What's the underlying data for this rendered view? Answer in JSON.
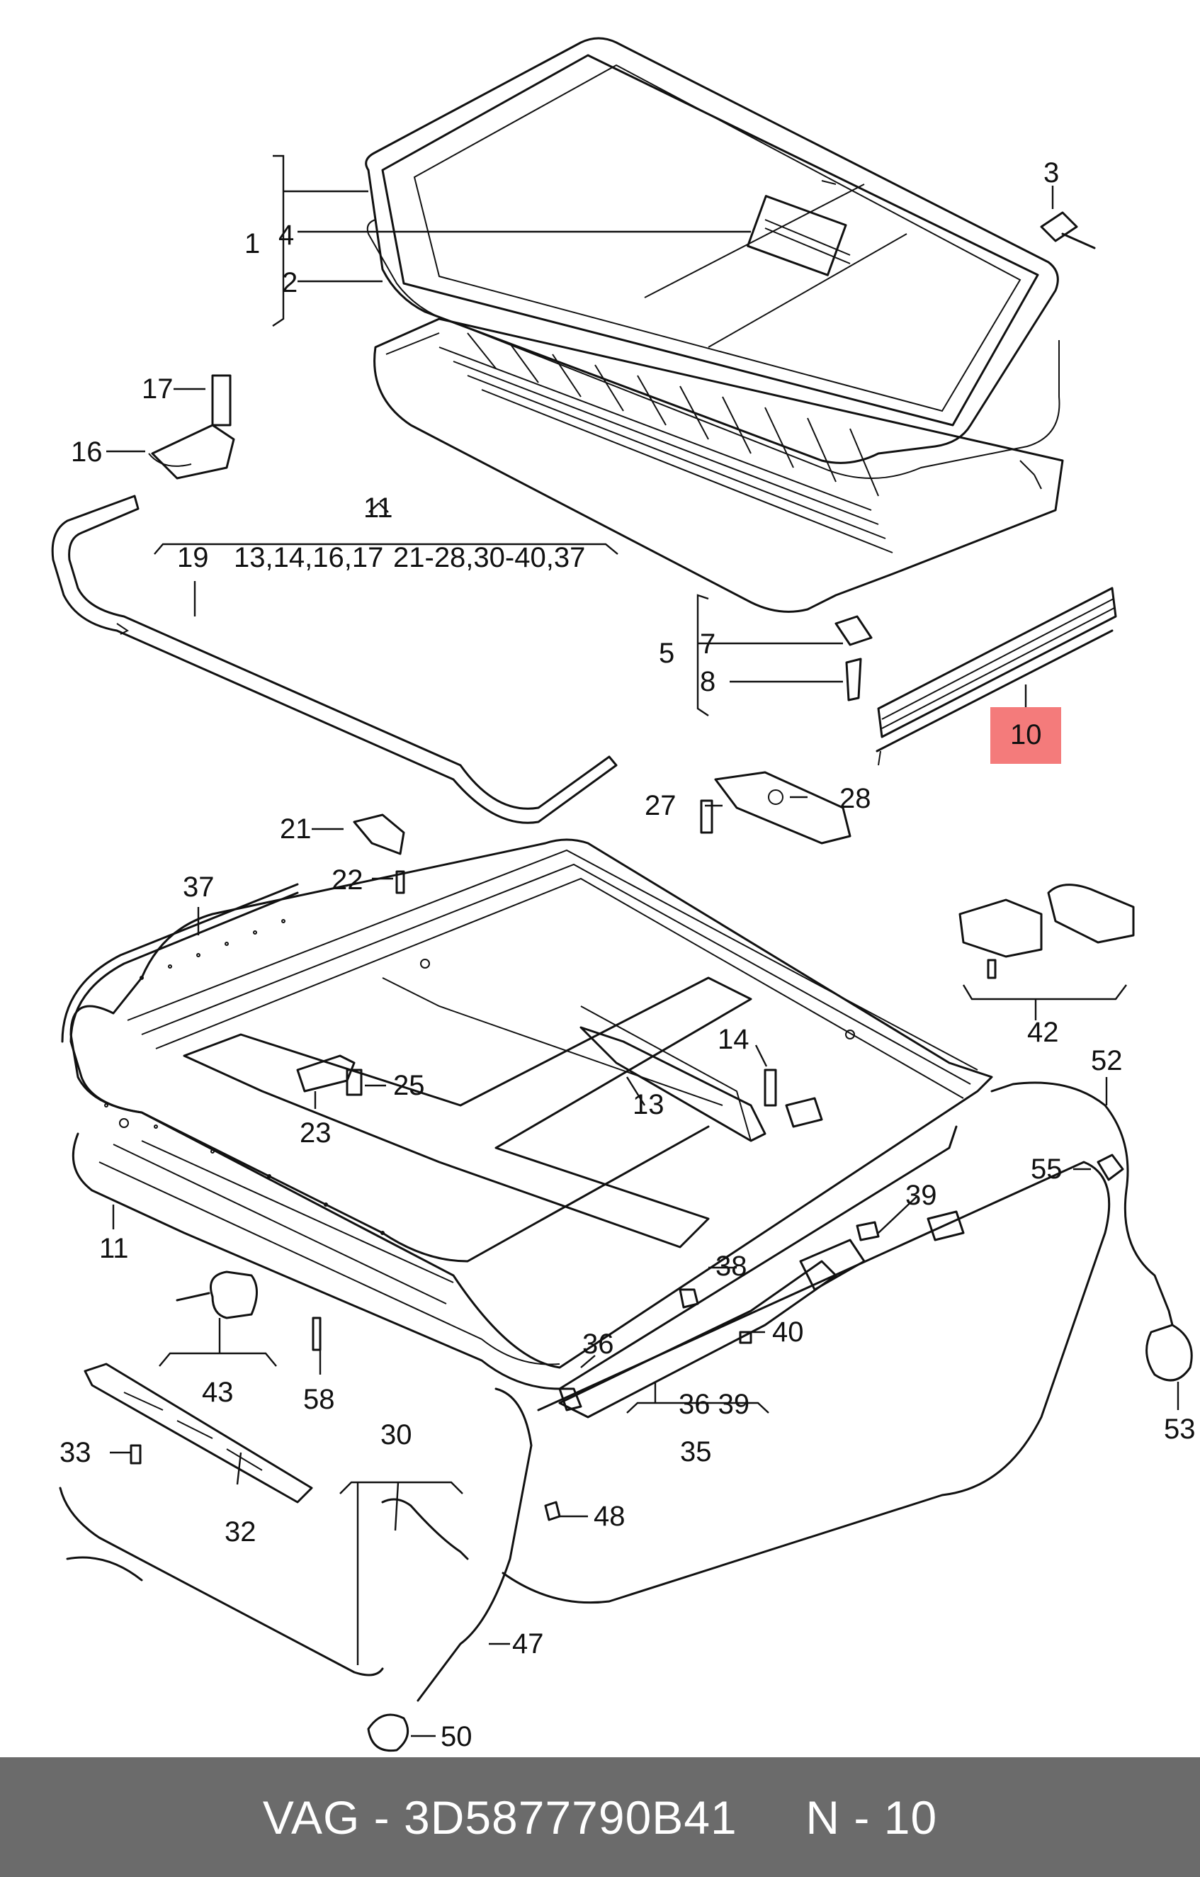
{
  "footer": {
    "brand": "VAG",
    "separator": " - ",
    "part_number": "3D5877790B41",
    "position_label": "N - 10"
  },
  "highlight": {
    "label": "10",
    "color": "#f47b7b"
  },
  "labels": {
    "l1": "1",
    "l2": "2",
    "l3": "3",
    "l4": "4",
    "l5": "5",
    "l7": "7",
    "l8": "8",
    "l11a": "11",
    "l11b": "11",
    "l13": "13",
    "l14": "14",
    "l16": "16",
    "l17": "17",
    "l19": "19",
    "l21": "21",
    "l22": "22",
    "l23": "23",
    "l25": "25",
    "l27": "27",
    "l28": "28",
    "l30": "30",
    "l32": "32",
    "l33": "33",
    "l35": "35",
    "l36": "36",
    "l37": "37",
    "l38": "38",
    "l39": "39",
    "l40": "40",
    "l42": "42",
    "l43": "43",
    "l47": "47",
    "l48": "48",
    "l50": "50",
    "l52": "52",
    "l53": "53",
    "l55": "55",
    "l58": "58"
  },
  "groups": {
    "g11_a": "13,14,16,17",
    "g11_b": "21-28,30-40,37",
    "g35": "36 39"
  }
}
